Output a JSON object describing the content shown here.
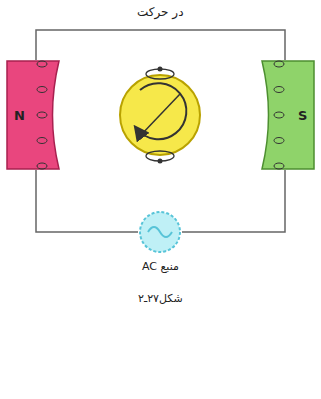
{
  "diagram": {
    "title": "در حرکت",
    "caption": "شکل۲۷ـ۲",
    "nodes": [
      {
        "text": [
          "N"
        ]
      },
      {
        "text": [
          "S"
        ]
      },
      {
        "text": [
          "منبع AC"
        ]
      }
    ],
    "edges": [
      {
        "from": 0,
        "to": 1,
        "arrow": "none"
      },
      {
        "from": 0,
        "to": 2,
        "arrow": "none"
      },
      {
        "from": 2,
        "to": 1,
        "arrow": "none"
      }
    ]
  }
}
